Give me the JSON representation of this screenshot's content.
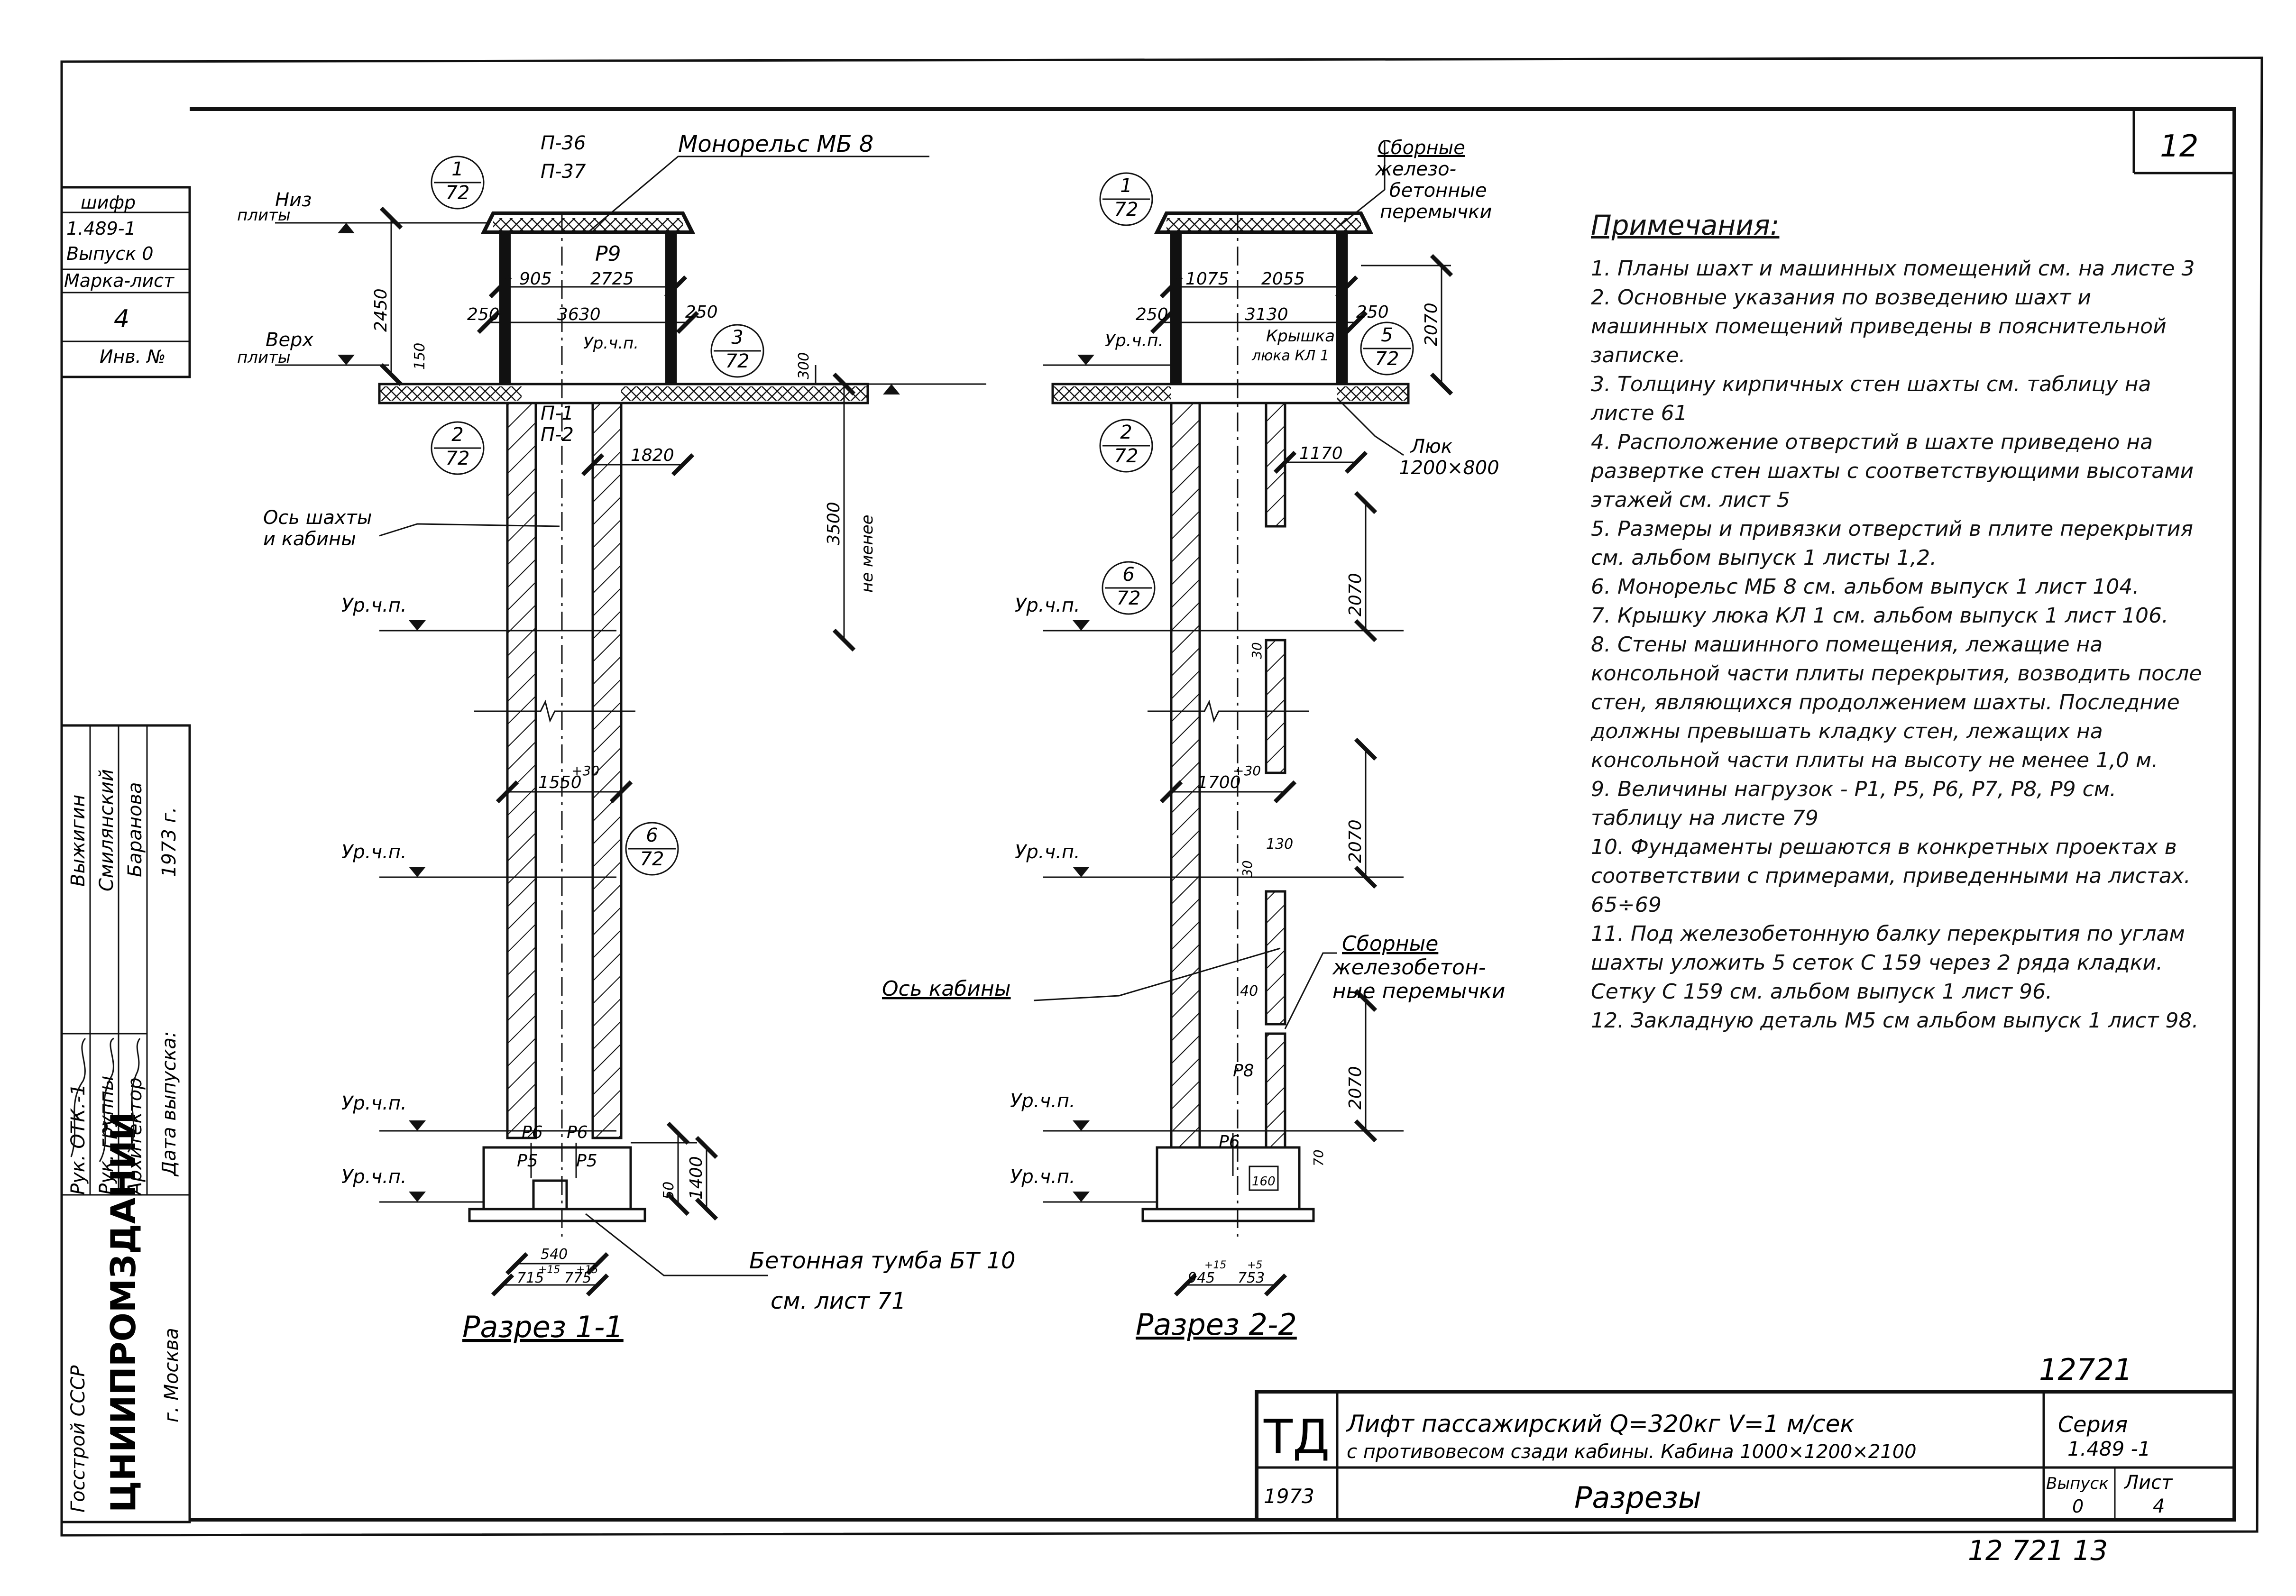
{
  "sheet": {
    "sheet_number": "12",
    "archive_number": "12721",
    "footer_number": "12 721 13"
  },
  "side_stamp": {
    "cipher_label": "шифр",
    "cipher_value": "1.489-1",
    "issue": "Выпуск 0",
    "mark_label": "Марка-лист",
    "mark_value": "4",
    "inv_label": "Инв. №",
    "signers": [
      {
        "role": "Рук. ОТК.-1",
        "name": "Выжигин"
      },
      {
        "role": "Рук. группы",
        "name": "Смилянский"
      },
      {
        "role": "Архитектор",
        "name": "Баранова"
      }
    ],
    "issue_date_label": "Дата выпуска:",
    "issue_date_value": "1973 г.",
    "org_ministry": "Госстрой СССР",
    "org_name": "ЦНИИПРОМЗДАНИЙ",
    "org_city": "г. Москва"
  },
  "title_block": {
    "td": "ТД",
    "description_line1": "Лифт пассажирский  Q=320кг  V=1 м/сек",
    "description_line2": "с противовесом сзади кабины. Кабина 1000×1200×2100",
    "series_label": "Серия",
    "series_value": "1.489 -1",
    "year": "1973",
    "sheet_title": "Разрезы",
    "issue_label": "Выпуск",
    "issue_value": "0",
    "sheet_label": "Лист",
    "sheet_value": "4"
  },
  "section_1": {
    "title": "Разрез 1-1",
    "refs": [
      {
        "num": "1",
        "den": "72"
      },
      {
        "num": "3",
        "den": "72"
      },
      {
        "num": "2",
        "den": "72"
      },
      {
        "num": "6",
        "den": "72"
      }
    ],
    "labels": {
      "p36": "П-36",
      "p37": "П-37",
      "monorail": "Монорельс МБ 8",
      "slab_bottom": "Низ",
      "slab_bottom2": "плиты",
      "slab_top": "Верх",
      "slab_top2": "плиты",
      "p9": "P9",
      "level": "Ур.ч.п.",
      "p1": "П-1",
      "p2": "П-2",
      "shaft_axis1": "Ось шахты",
      "shaft_axis2": "и кабины",
      "not_less": "не менее",
      "p6a": "P6",
      "p6b": "P6",
      "p5a": "P5",
      "p5b": "P5",
      "pedestal1": "Бетонная тумба БТ 10",
      "pedestal2": "см. лист 71"
    },
    "dims": {
      "d2450": "2450",
      "d905": "905",
      "d2725": "2725",
      "d3630": "3630",
      "d250a": "250",
      "d250b": "250",
      "d150": "150",
      "d300": "300",
      "d1820": "1820",
      "d3500": "3500",
      "d1550": "1550",
      "d30": "+30",
      "d1400": "1400",
      "d50": "50",
      "d540": "540",
      "d715": "715",
      "d775": "775",
      "d15a": "+15",
      "d15b": "+15"
    }
  },
  "section_2": {
    "title": "Разрез 2-2",
    "refs": [
      {
        "num": "1",
        "den": "72"
      },
      {
        "num": "5",
        "den": "72"
      },
      {
        "num": "2",
        "den": "72"
      },
      {
        "num": "6",
        "den": "72"
      }
    ],
    "labels": {
      "precast1": "Сборные",
      "precast2": "железо-",
      "precast3": "бетонные",
      "precast4": "перемычки",
      "level": "Ур.ч.п.",
      "hatch_cover1": "Крышка",
      "hatch_cover2": "люка КЛ 1",
      "hatch1": "Люк",
      "hatch2": "1200×800",
      "cabin_axis": "Ось кабины",
      "precast_b1": "Сборные",
      "precast_b2": "железобетон-",
      "precast_b3": "ные перемычки",
      "p8": "P8",
      "p6": "P6"
    },
    "dims": {
      "d1075": "1075",
      "d2055": "2055",
      "d3130": "3130",
      "d250a": "250",
      "d250b": "250",
      "d2070a": "2070",
      "d1170": "1170",
      "d2070b": "2070",
      "d30": "30",
      "d1700": "1700",
      "d30b": "+30",
      "d130": "130",
      "d2070c": "2070",
      "d30c": "30",
      "d40": "40",
      "d2070d": "2070",
      "d70": "70",
      "d160": "160",
      "d945": "945",
      "d753": "753",
      "d15a": "+15",
      "d5": "+5"
    }
  },
  "notes": {
    "title": "Примечания:",
    "items": [
      "1. Планы шахт и машинных помещений см. на листе 3",
      "2. Основные указания по возведению шахт и машинных помещений приведены в пояснительной записке.",
      "3. Толщину кирпичных стен шахты см. таблицу на листе 61",
      "4. Расположение отверстий в шахте приведено на развертке стен шахты с соответствующими высотами этажей см. лист 5",
      "5. Размеры и привязки отверстий в плите перекрытия см. альбом выпуск 1 листы 1,2.",
      "6. Монорельс МБ 8 см. альбом выпуск 1 лист 104.",
      "7. Крышку люка КЛ 1 см. альбом выпуск 1 лист 106.",
      "8. Стены машинного помещения, лежащие на консольной части плиты перекрытия, возводить после стен, являющихся продолжением шахты. Последние должны превышать кладку стен, лежащих на консольной части плиты на высоту не менее 1,0 м.",
      "9. Величины нагрузок - P1, P5, P6, P7, P8, P9 см. таблицу на листе 79",
      "10. Фундаменты решаются в конкретных проектах в соответствии с примерами, приведенными на листах. 65÷69",
      "11. Под железобетонную балку перекрытия по углам шахты уложить 5 сеток С 159 через 2 ряда кладки. Сетку С 159 см. альбом выпуск 1 лист 96.",
      "12. Закладную деталь М5 см альбом выпуск 1 лист 98."
    ]
  }
}
